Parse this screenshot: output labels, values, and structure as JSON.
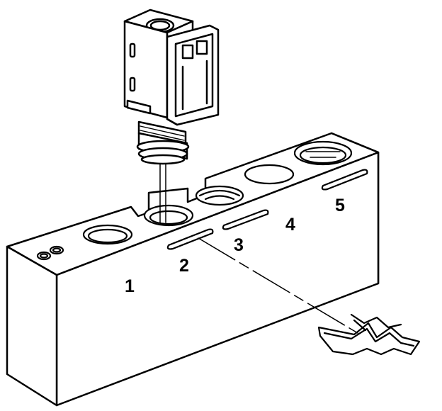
{
  "diagram": {
    "ports": [
      {
        "label": "1"
      },
      {
        "label": "2"
      },
      {
        "label": "3"
      },
      {
        "label": "4"
      },
      {
        "label": "5"
      }
    ]
  },
  "colors": {
    "stroke": "#000000",
    "fill": "#ffffff"
  },
  "icons": {
    "solenoid": "solenoid-valve-icon",
    "clip": "retaining-clip-icon"
  }
}
